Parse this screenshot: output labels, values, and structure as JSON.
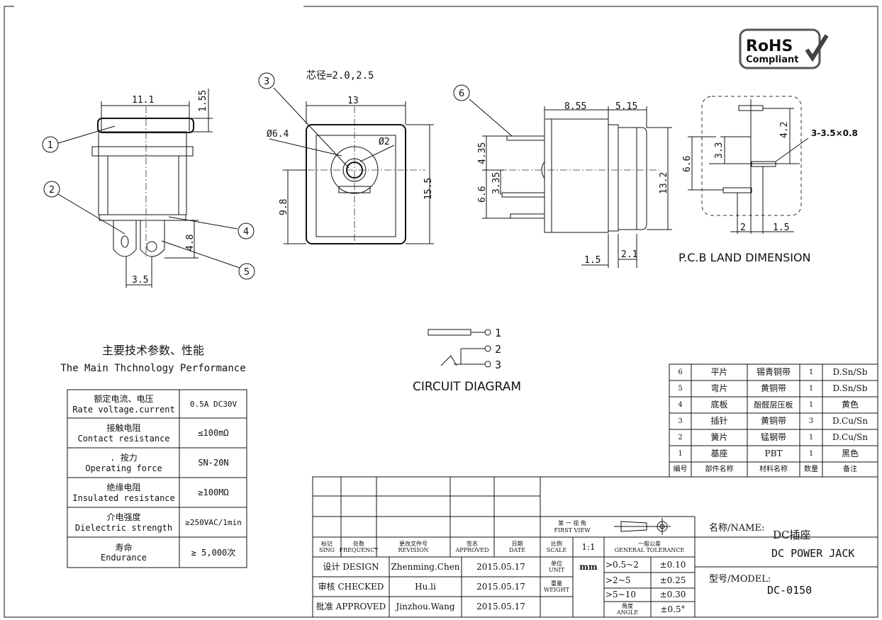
{
  "logo": {
    "line1": "RoHS",
    "line2": "Compliant"
  },
  "view_top": {
    "dims": {
      "width": "11.1",
      "height": "1.55",
      "pin_h": "4.8",
      "pin_w": "3.5"
    }
  },
  "view_front": {
    "core_label": "芯径=2.0,2.5",
    "dims": {
      "outer_w": "13",
      "outer_d": "Ø6.4",
      "inner_d": "Ø2",
      "height": "15.5",
      "center_h": "9.8"
    }
  },
  "view_side": {
    "dims": {
      "d1": "8.55",
      "d2": "5.15",
      "d3": "4.35",
      "d4": "3.35",
      "d5": "6.6",
      "d6": "13.2",
      "d7": "1.5",
      "d8": "2.1"
    }
  },
  "pcb": {
    "title": "P.C.B LAND DIMENSION",
    "slot_label": "3-3.5×0.8",
    "dims": {
      "d1": "4.2",
      "d2": "3.3",
      "d3": "6.6",
      "d4": "2",
      "d5": "1.5"
    }
  },
  "callouts": [
    "1",
    "2",
    "3",
    "4",
    "5",
    "6"
  ],
  "circuit": {
    "title": "CIRCUIT DIAGRAM",
    "pins": [
      "1",
      "2",
      "3"
    ]
  },
  "performance": {
    "title_cn": "主要技术参数、性能",
    "title_en": "The Main Thchnology Performance",
    "rows": [
      {
        "cn": "额定电流、电压",
        "en": "Rate voltage.current",
        "value": "0.5A DC30V"
      },
      {
        "cn": "接触电阻",
        "en": "Contact resistance",
        "value": "≤100mΩ"
      },
      {
        "cn": ". 按力",
        "en": "Operating force",
        "value": "SN-20N"
      },
      {
        "cn": "绝缘电阻",
        "en": "Insulated resistance",
        "value": "≥100MΩ"
      },
      {
        "cn": "介电强度",
        "en": "Dielectric strength",
        "value": "≥250VAC/1min"
      },
      {
        "cn": "寿命",
        "en": "Endurance",
        "value": "≥ 5,000次"
      }
    ]
  },
  "bom": {
    "headers": [
      "编号",
      "部件名称",
      "材料名称",
      "数量",
      "备注"
    ],
    "rows": [
      {
        "no": "6",
        "part": "平片",
        "material": "锡青铜带",
        "qty": "1",
        "note": "D.Sn/Sb"
      },
      {
        "no": "5",
        "part": "弯片",
        "material": "黄铜带",
        "qty": "1",
        "note": "D.Sn/Sb"
      },
      {
        "no": "4",
        "part": "底板",
        "material": "酚醛层压板",
        "qty": "1",
        "note": "黄色"
      },
      {
        "no": "3",
        "part": "插针",
        "material": "黄铜带",
        "qty": "3",
        "note": "D.Cu/Sn"
      },
      {
        "no": "2",
        "part": "簧片",
        "material": "锰钢带",
        "qty": "1",
        "note": "D.Cu/Sn"
      },
      {
        "no": "1",
        "part": "基座",
        "material": "PBT",
        "qty": "1",
        "note": "黑色"
      }
    ]
  },
  "title_block": {
    "headers": {
      "sing": "标记\nSING",
      "freq": "处数\nFREQUENCY",
      "rev": "更改文件号\nREVISION",
      "approved": "签名\nAPPROVED",
      "date": "日期\nDATE"
    },
    "sign_rows": [
      {
        "role": "设计 DESIGN",
        "name": "Zhenming.Chen",
        "date": "2015.05.17"
      },
      {
        "role": "审核 CHECKED",
        "name": "Hu.li",
        "date": "2015.05.17"
      },
      {
        "role": "批准 APPROVED",
        "name": "Jinzhou.Wang",
        "date": "2015.05.17"
      }
    ],
    "first_view": "第 一 视 角\nFIRST VIEW",
    "scale_label": "比例\nSCALE",
    "scale_value": "1:1",
    "unit_label": "单位\nUNIT",
    "unit_value": "mm",
    "weight_label": "重量\nWEIGHT",
    "tol_title": "一般公差\nGENERAL TOLERANCE",
    "tolerances": [
      {
        "range": ">0.5~2",
        "value": "±0.10"
      },
      {
        "range": ">2~5",
        "value": "±0.25"
      },
      {
        "range": ">5~10",
        "value": "±0.30"
      },
      {
        "range": "角度\nANGLE",
        "value": "±0.5°"
      }
    ],
    "name_label": "名称/NAME:",
    "name_cn": "DC插座",
    "name_en": "DC POWER JACK",
    "model_label": "型号/MODEL:",
    "model_value": "DC-0150"
  }
}
